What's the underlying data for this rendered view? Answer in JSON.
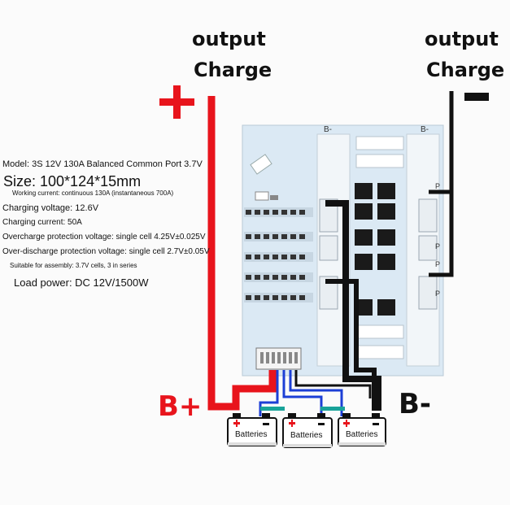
{
  "terminals": {
    "left": {
      "title": "output",
      "subtitle": "Charge",
      "sign": "+"
    },
    "right": {
      "title": "output",
      "subtitle": "Charge",
      "sign": "-"
    }
  },
  "specs": [
    "Model: 3S 12V 130A Balanced Common Port 3.7V",
    "Size: 100*124*15mm",
    "Working current: continuous 130A (instantaneous 700A)",
    "Charging voltage: 12.6V",
    "Charging current: 50A",
    "Overcharge protection voltage: single cell 4.25V±0.025V",
    "Over-discharge protection voltage: single cell 2.7V±0.05V",
    "Suitable for assembly: 3.7V cells, 3 in series",
    "Load power: DC 12V/1500W"
  ],
  "board_labels": {
    "b_minus_1": "B-",
    "b_minus_2": "B-",
    "p_labels": [
      "P",
      "P",
      "P",
      "P"
    ]
  },
  "bottom": {
    "b_plus": "B+",
    "b_minus": "B-"
  },
  "batteries": [
    {
      "label": "Batteries"
    },
    {
      "label": "Batteries"
    },
    {
      "label": "Batteries"
    }
  ],
  "colors": {
    "positive_wire": "#e8141c",
    "negative_wire": "#111111",
    "balance_wire_blue": "#1c3fd6",
    "board": "#dbe9f4"
  }
}
